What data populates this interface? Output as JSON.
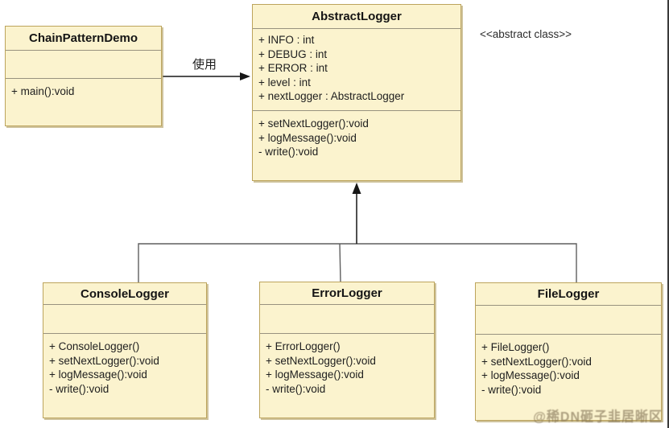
{
  "note_stereotype": "<<abstract class>>",
  "use_label": "使用",
  "watermark": "@稀DN砸子韭居晰区",
  "classes": [
    {
      "name": "ChainPatternDemo",
      "attributes": [],
      "methods": [
        "+ main():void"
      ]
    },
    {
      "name": "AbstractLogger",
      "attributes": [
        "+ INFO : int",
        "+ DEBUG : int",
        "+ ERROR : int",
        "+ level : int",
        "+ nextLogger : AbstractLogger"
      ],
      "methods": [
        "+ setNextLogger():void",
        "+ logMessage():void",
        "- write():void"
      ]
    },
    {
      "name": "ConsoleLogger",
      "attributes": [],
      "methods": [
        "+ ConsoleLogger()",
        "+ setNextLogger():void",
        "+ logMessage():void",
        "- write():void"
      ]
    },
    {
      "name": "ErrorLogger",
      "attributes": [],
      "methods": [
        "+ ErrorLogger()",
        "+ setNextLogger():void",
        "+ logMessage():void",
        "- write():void"
      ]
    },
    {
      "name": "FileLogger",
      "attributes": [],
      "methods": [
        "+ FileLogger()",
        "+ setNextLogger():void",
        "+ logMessage():void",
        "- write():void"
      ]
    }
  ],
  "relationships": [
    {
      "from": "ChainPatternDemo",
      "to": "AbstractLogger",
      "type": "association",
      "label": "使用"
    },
    {
      "from": "ConsoleLogger",
      "to": "AbstractLogger",
      "type": "generalization"
    },
    {
      "from": "ErrorLogger",
      "to": "AbstractLogger",
      "type": "generalization"
    },
    {
      "from": "FileLogger",
      "to": "AbstractLogger",
      "type": "generalization"
    }
  ],
  "colors": {
    "box_fill": "#fbf3ce",
    "box_border": "#bca45c",
    "connector": "#5f5f5f",
    "arrow": "#161616",
    "background": "#ffffff"
  }
}
